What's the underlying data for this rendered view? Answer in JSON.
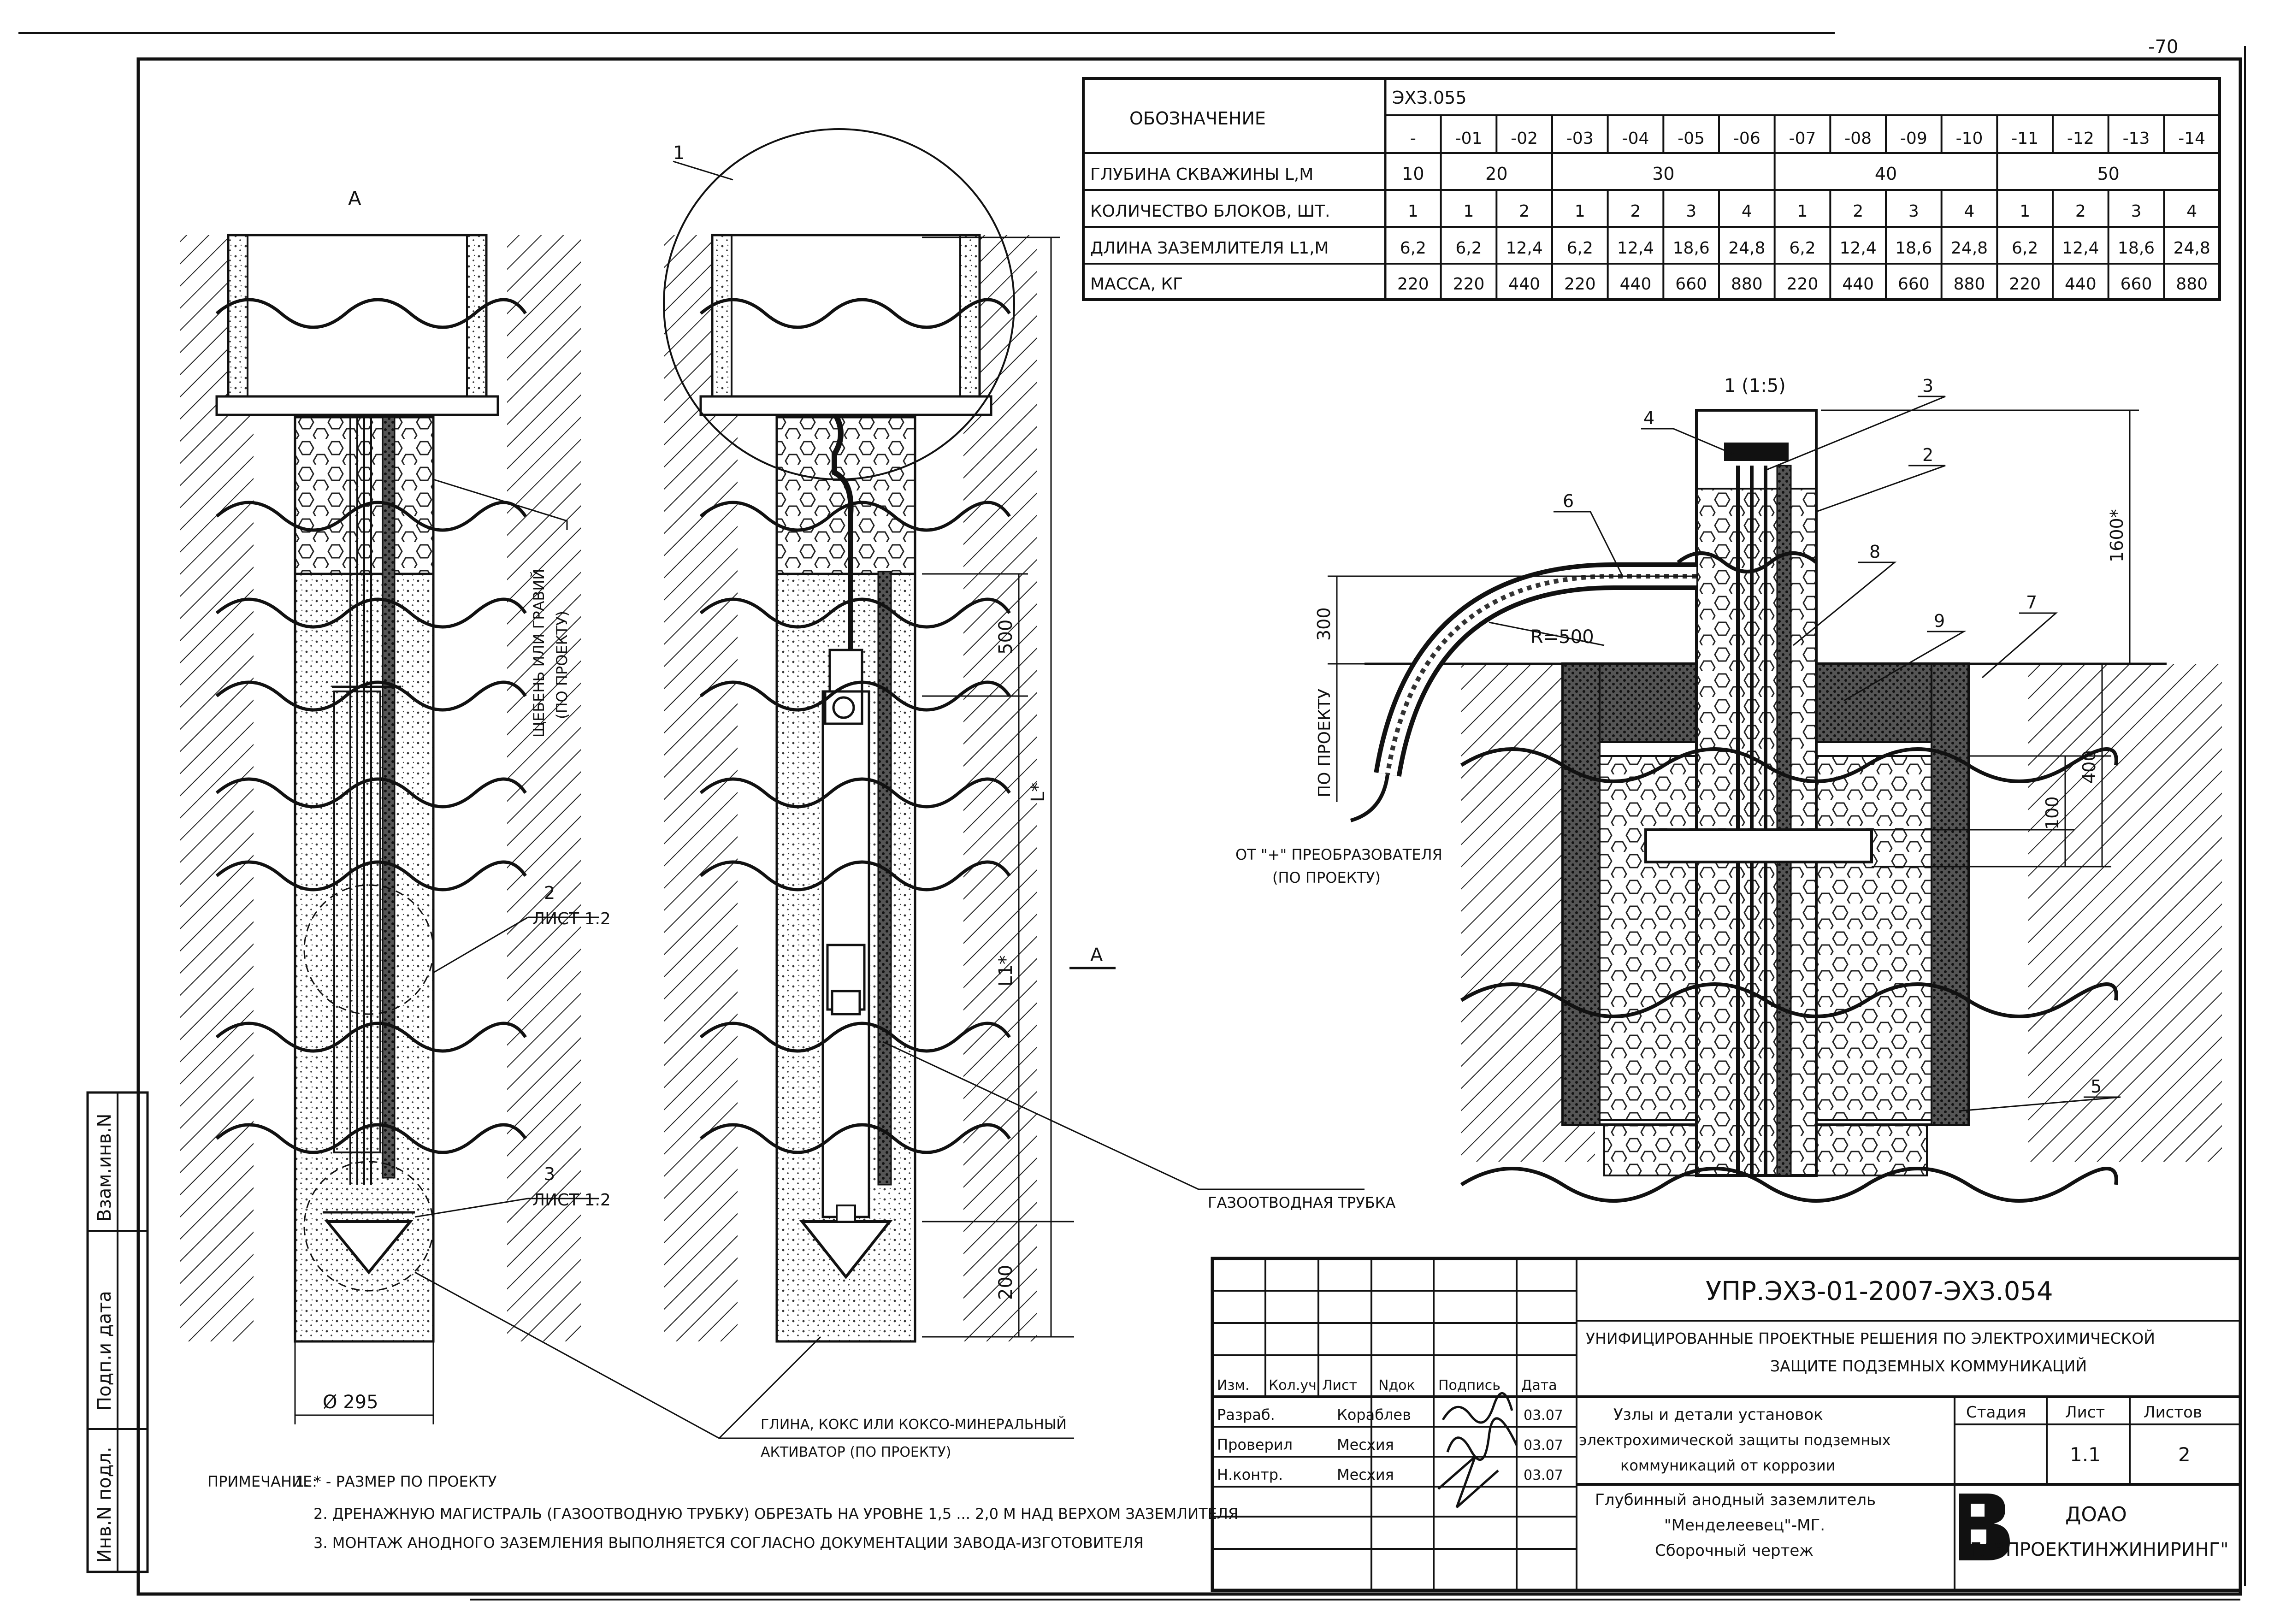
{
  "page_number": "-70",
  "spec_table": {
    "header_label": "ОБОЗНАЧЕНИЕ",
    "base_code": "ЭХЗ.055",
    "variants": [
      "-",
      "-01",
      "-02",
      "-03",
      "-04",
      "-05",
      "-06",
      "-07",
      "-08",
      "-09",
      "-10",
      "-11",
      "-12",
      "-13",
      "-14"
    ],
    "rows": [
      {
        "label": "ГЛУБИНА СКВАЖИНЫ L,М",
        "values": [
          "10",
          "20",
          "30",
          "40",
          "50"
        ]
      },
      {
        "label": "КОЛИЧЕСТВО БЛОКОВ, ШТ.",
        "values": [
          "1",
          "1",
          "2",
          "1",
          "2",
          "3",
          "4",
          "1",
          "2",
          "3",
          "4",
          "1",
          "2",
          "3",
          "4"
        ]
      },
      {
        "label": "ДЛИНА ЗАЗЕМЛИТЕЛЯ L1,М",
        "values": [
          "6,2",
          "6,2",
          "12,4",
          "6,2",
          "12,4",
          "18,6",
          "24,8",
          "6,2",
          "12,4",
          "18,6",
          "24,8",
          "6,2",
          "12,4",
          "18,6",
          "24,8"
        ]
      },
      {
        "label": "МАССА, КГ",
        "values": [
          "220",
          "220",
          "440",
          "220",
          "440",
          "660",
          "880",
          "220",
          "440",
          "660",
          "880",
          "220",
          "440",
          "660",
          "880"
        ]
      }
    ]
  },
  "drawing": {
    "view_a_label": "А",
    "section_marker": "А",
    "callout_1": "1",
    "left_note": "ЩЕБЕНЬ ИЛИ ГРАВИЙ",
    "left_note_2": "(ПО ПРОЕКТУ)",
    "ref_2": "2",
    "ref_2_sheet": "ЛИСТ 1.2",
    "ref_3": "3",
    "ref_3_sheet": "ЛИСТ 1.2",
    "diameter": "Ø 295",
    "dim_500": "500",
    "dim_L": "L*",
    "dim_L1": "L1*",
    "dim_200": "200",
    "gas_tube": "ГАЗООТВОДНАЯ ТРУБКА",
    "activator_line1": "ГЛИНА, КОКС ИЛИ КОКСО-МИНЕРАЛЬНЫЙ",
    "activator_line2": "АКТИВАТОР (ПО ПРОЕКТУ)",
    "detail_title": "1 (1:5)",
    "detail_refs": [
      "1",
      "2",
      "3",
      "4",
      "5",
      "6",
      "7",
      "8",
      "9"
    ],
    "dim_1600": "1600*",
    "dim_300": "300",
    "dim_400": "400",
    "dim_100": "100",
    "radius": "R=500",
    "po_proektu": "ПО ПРОЕКТУ",
    "from_converter_1": "ОТ \"+\" ПРЕОБРАЗОВАТЕЛЯ",
    "from_converter_2": "(ПО ПРОЕКТУ)"
  },
  "notes": {
    "lead": "ПРИМЕЧАНИЕ:",
    "items": [
      "1. * - РАЗМЕР ПО ПРОЕКТУ",
      "2. ДРЕНАЖНУЮ МАГИСТРАЛЬ (ГАЗООТВОДНУЮ ТРУБКУ) ОБРЕЗАТЬ НА УРОВНЕ 1,5 ... 2,0 М НАД ВЕРХОМ ЗАЗЕМЛИТЕЛЯ",
      "3. МОНТАЖ АНОДНОГО ЗАЗЕМЛЕНИЯ ВЫПОЛНЯЕТСЯ СОГЛАСНО ДОКУМЕНТАЦИИ ЗАВОДА-ИЗГОТОВИТЕЛЯ"
    ]
  },
  "side_stamp": {
    "labels": [
      "Взам.инв.N",
      "Подп.и дата",
      "Инв.N подл."
    ]
  },
  "title_block": {
    "doc_code": "УПР.ЭХЗ-01-2007-ЭХЗ.054",
    "project_line1": "УНИФИЦИРОВАННЫЕ ПРОЕКТНЫЕ РЕШЕНИЯ ПО ЭЛЕКТРОХИМИЧЕСКОЙ",
    "project_line2": "ЗАЩИТЕ ПОДЗЕМНЫХ КОММУНИКАЦИЙ",
    "col_headers": [
      "Изм.",
      "Кол.уч",
      "Лист",
      "Nдок",
      "Подпись",
      "Дата"
    ],
    "people": [
      {
        "role": "Разраб.",
        "name": "Кораблев",
        "date": "03.07"
      },
      {
        "role": "Проверил",
        "name": "Месхия",
        "date": "03.07"
      },
      {
        "role": "Н.контр.",
        "name": "Месхия",
        "date": "03.07"
      }
    ],
    "section_line1": "Узлы и детали установок",
    "section_line2": "электрохимической защиты подземных",
    "section_line3": "коммуникаций от коррозии",
    "sheet_title_1": "Глубинный анодный заземлитель",
    "sheet_title_2": "\"Менделеевец\"-МГ.",
    "sheet_title_3": "Сборочный чертеж",
    "stage_label": "Стадия",
    "sheet_label": "Лист",
    "sheets_label": "Листов",
    "sheet_value": "1.1",
    "sheets_value": "2",
    "org_1": "ДОАО",
    "org_2": "\"ГАЗПРОЕКТИНЖИНИРИНГ\""
  }
}
